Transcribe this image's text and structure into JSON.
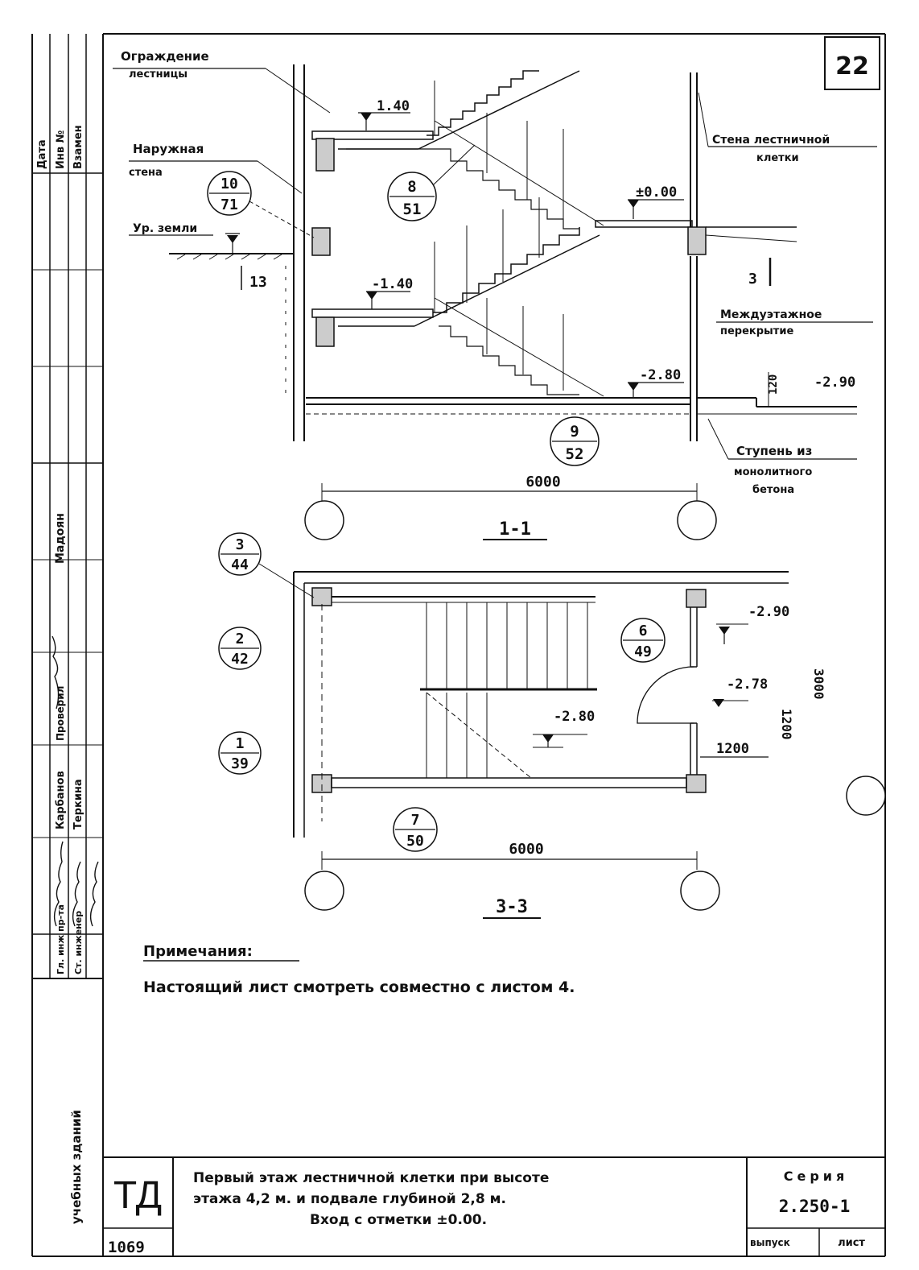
{
  "sheet_number": "22",
  "section_1": {
    "label": "1-1",
    "callouts": {
      "railing": [
        "Ограждение",
        "лестницы"
      ],
      "outer_wall": [
        "Наружная",
        "стена"
      ],
      "ground_level": "Ур. земли",
      "stair_wall": [
        "Стена лестничной",
        "клетки"
      ],
      "floor_slab": [
        "Междуэтажное",
        "перекрытие"
      ],
      "step": [
        "Ступень из",
        "монолитного",
        "бетона"
      ]
    },
    "levels": {
      "upper_landing": "1.40",
      "entry": "±0.00",
      "mid_landing": "-1.40",
      "basement_floor": "-2.80",
      "exterior": "-2.90",
      "step_height": "120"
    },
    "markers": {
      "ground_dim": "13",
      "section_ref": "3"
    },
    "node_refs": [
      {
        "num": "10",
        "den": "71"
      },
      {
        "num": "8",
        "den": "51"
      },
      {
        "num": "9",
        "den": "52"
      }
    ],
    "span": "6000"
  },
  "section_3": {
    "label": "3-3",
    "levels": {
      "exterior": "-2.90",
      "vestibule": "-2.78",
      "floor": "-2.80"
    },
    "dims": {
      "door_w": "1200",
      "door_h": "1200",
      "depth": "3000",
      "span": "6000"
    },
    "node_refs": [
      {
        "num": "3",
        "den": "44"
      },
      {
        "num": "2",
        "den": "42"
      },
      {
        "num": "1",
        "den": "39"
      },
      {
        "num": "6",
        "den": "49"
      },
      {
        "num": "7",
        "den": "50"
      }
    ]
  },
  "notes": {
    "heading": "Примечания:",
    "text": "Настоящий лист смотреть совместно с листом 4."
  },
  "left_stamp": {
    "bottom": "учебных зданий",
    "rows": [
      "Дата",
      "Инв №",
      "Взамен"
    ],
    "roles": [
      "Гл. инж пр-та",
      "Ст. инженер",
      "Проверил"
    ],
    "names": [
      "Мадоян",
      "Карбанов",
      "Теркина"
    ]
  },
  "title_block": {
    "td": "ТД",
    "code": "1069",
    "title_lines": [
      "Первый этаж лестничной клетки при высоте",
      "этажа 4,2 м. и подвале глубиной 2,8 м.",
      "Вход с отметки ±0.00."
    ],
    "series_label": "Серия",
    "series_value": "2.250-1",
    "issue_label": "выпуск",
    "sheet_label": "лист"
  }
}
